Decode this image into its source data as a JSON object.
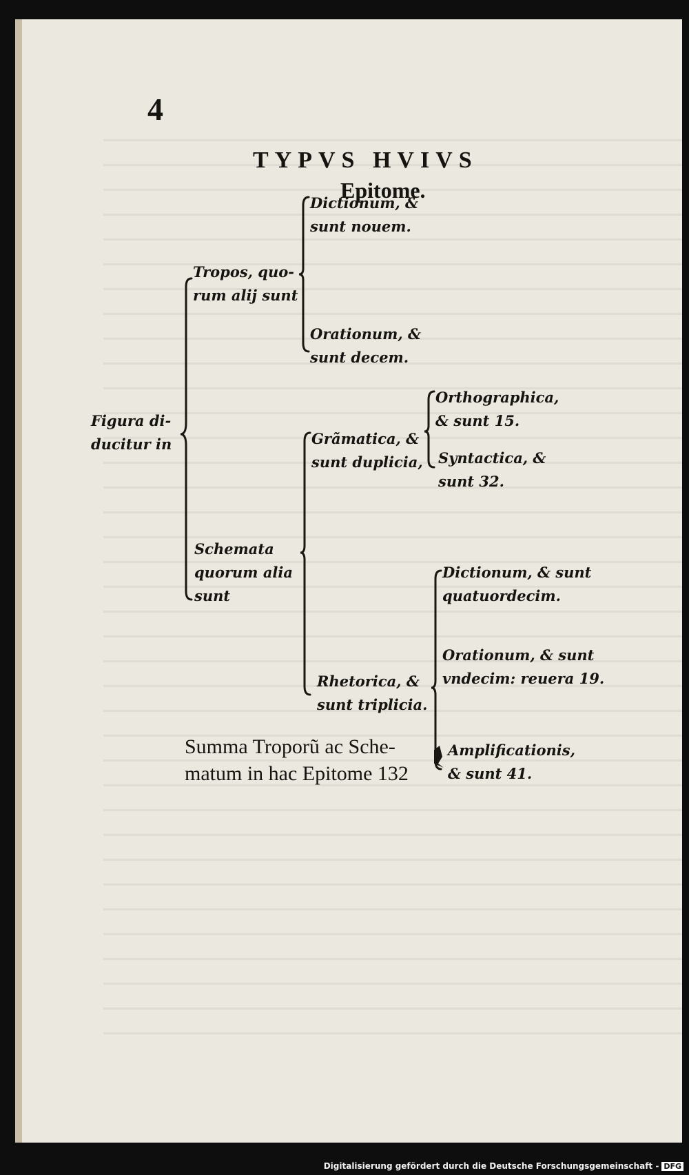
{
  "page": {
    "page_number": "4",
    "heading": "TYPVS HVIVS",
    "subheading": "Epitome."
  },
  "tree": {
    "root": [
      "Figura di-",
      "ducitur in"
    ],
    "tropos": {
      "label": [
        "Tropos, quo-",
        "rum alij sunt"
      ],
      "dictionum": [
        "Dictionum, &",
        "sunt nouem."
      ],
      "orationum": [
        "Orationum, &",
        "sunt decem."
      ]
    },
    "schemata": {
      "label": [
        "Schemata",
        "quorum alia",
        "sunt"
      ],
      "gramatica": {
        "label": [
          "Grãmatica, &",
          "sunt duplicia,"
        ],
        "orthographica": [
          "Orthographica,",
          "& sunt 15."
        ],
        "syntactica": [
          "Syntactica, &",
          "sunt 32."
        ]
      },
      "rhetorica": {
        "label": [
          "Rhetorica, &",
          "sunt triplicia."
        ],
        "dictionum": [
          "Dictionum, & sunt",
          "quatuordecim."
        ],
        "orationum": [
          "Orationum, & sunt",
          "vndecim: reuera 19."
        ],
        "amplificationis": [
          "Amplificationis,",
          "& sunt 41."
        ]
      }
    }
  },
  "summa": [
    "Summa Troporũ ac Sche-",
    "matum in hac Epitome 132"
  ],
  "footer": {
    "text": "Digitalisierung gefördert durch die Deutsche Forschungsgemeinschaft -",
    "badge": "DFG"
  }
}
